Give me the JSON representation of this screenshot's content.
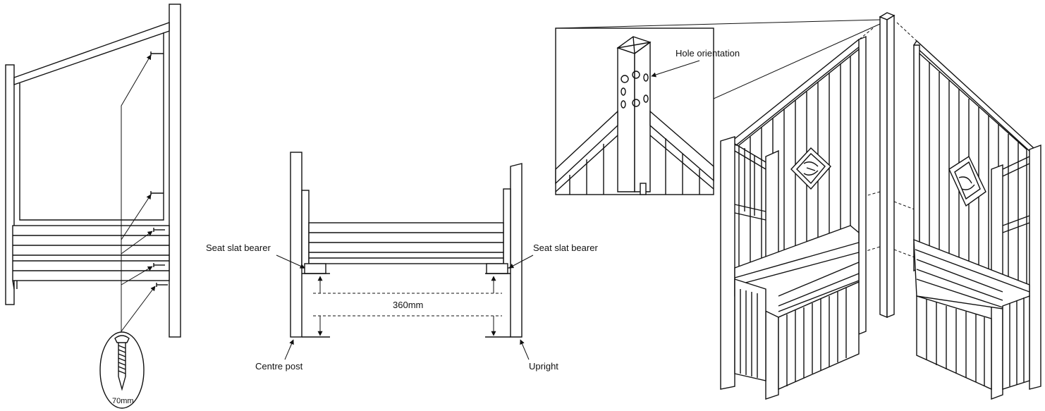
{
  "labels": {
    "screw_length": "70mm",
    "seat_slat_bearer_left": "Seat slat bearer",
    "seat_slat_bearer_right": "Seat slat bearer",
    "dimension": "360mm",
    "centre_post": "Centre post",
    "upright": "Upright",
    "hole_orientation": "Hole orientation"
  }
}
